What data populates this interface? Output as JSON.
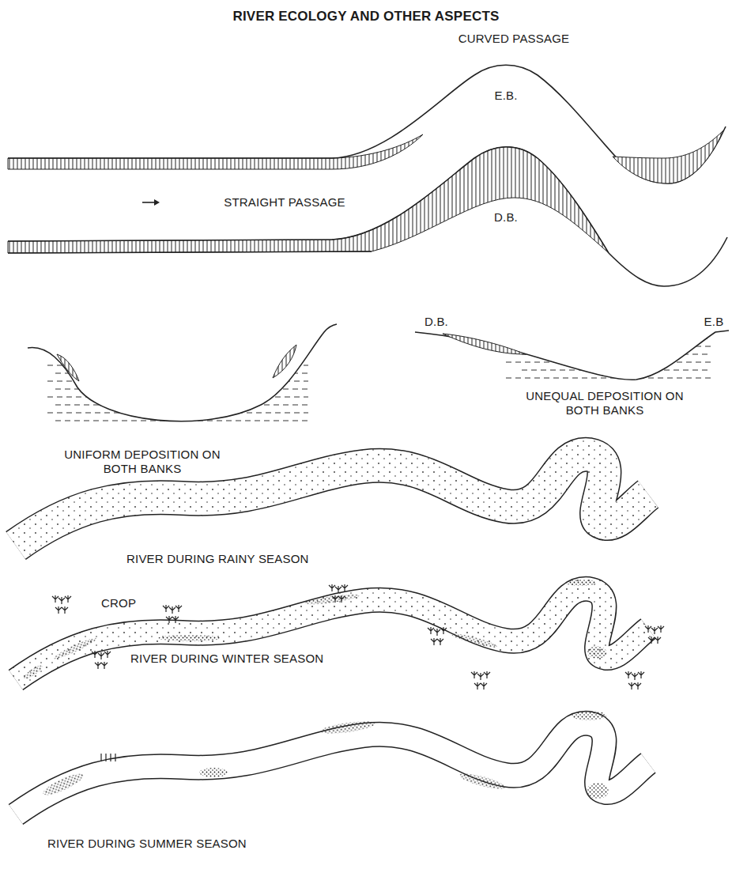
{
  "diagram": {
    "title": "RIVER ECOLOGY AND OTHER ASPECTS",
    "labels": [
      "CURVED PASSAGE",
      "E.B.",
      "STRAIGHT PASSAGE",
      "D.B.",
      "D.B.",
      "E.B",
      "UNIFORM DEPOSITION ON BOTH BANKS",
      "UNEQUAL DEPOSITION ON BOTH BANKS",
      "RIVER DURING RAINY SEASON",
      "CROP",
      "RIVER DURING WINTER SEASON",
      "RIVER DURING SUMMER SEASON"
    ]
  }
}
